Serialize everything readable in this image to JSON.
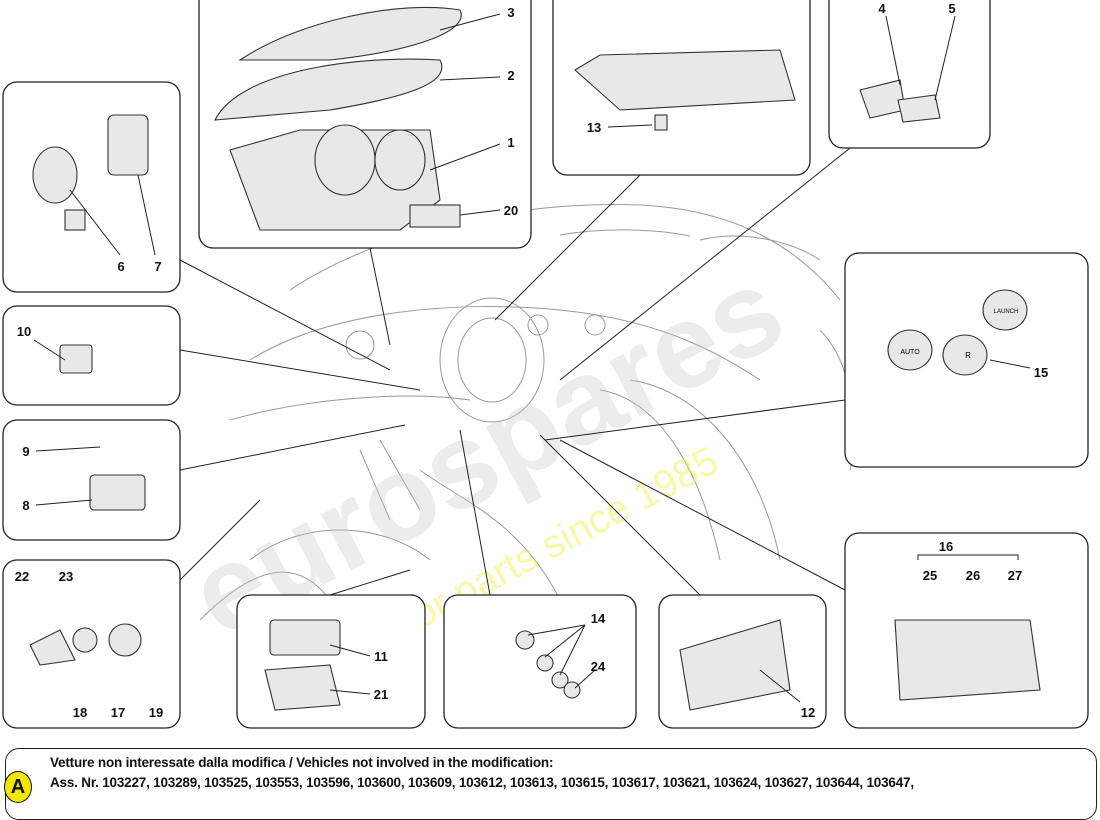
{
  "watermark": {
    "brand": "eurospares",
    "tagline": "a passion for parts since 1985"
  },
  "callouts": {
    "box_cluster": [
      "3",
      "2",
      "1",
      "20"
    ],
    "box_roof_light": [
      "13"
    ],
    "box_switches_top": [
      "4",
      "5"
    ],
    "box_knob": [
      "6",
      "7"
    ],
    "box_dimmer": [
      "10"
    ],
    "box_switch_panel": [
      "9",
      "8"
    ],
    "box_key_lock": [
      "22",
      "23",
      "18",
      "17",
      "19"
    ],
    "box_steering_buttons": [
      "15"
    ],
    "box_window_switch": [
      "11",
      "21"
    ],
    "box_socket": [
      "14",
      "24"
    ],
    "box_climate": [
      "12"
    ],
    "box_console": [
      "16",
      "25",
      "26",
      "27"
    ]
  },
  "note": {
    "badge": "A",
    "line1": "Vetture non interessate dalla modifica / Vehicles not involved in the modification:",
    "line2": "Ass. Nr. 103227, 103289, 103525, 103553, 103596, 103600, 103609, 103612, 103613, 103615, 103617, 103621, 103624, 103627, 103644, 103647,"
  },
  "part_labels": {
    "auto": "AUTO",
    "r": "R",
    "launch": "LAUNCH"
  }
}
